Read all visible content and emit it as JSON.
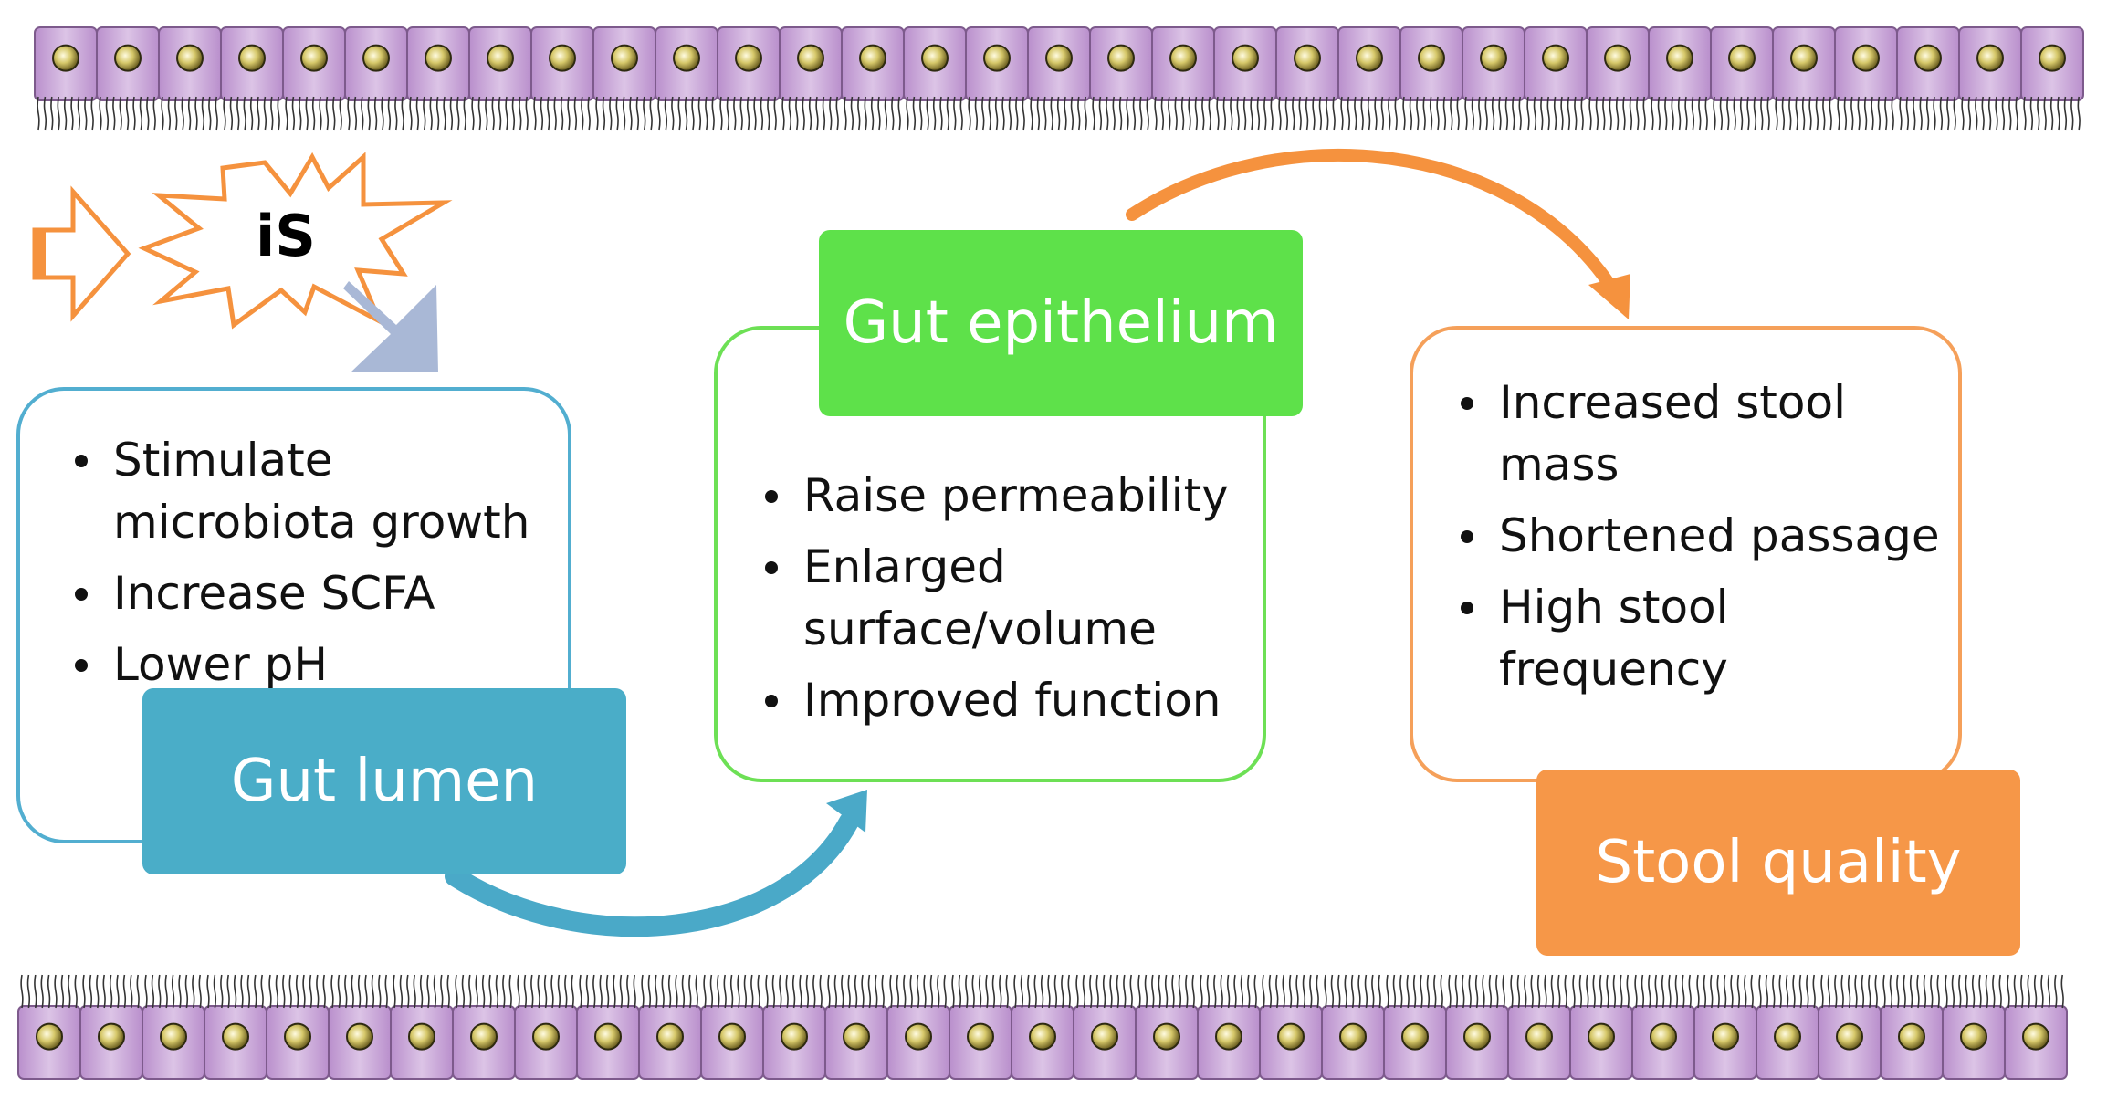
{
  "trigger": {
    "label": "iS"
  },
  "stages": [
    {
      "title": "Gut lumen",
      "color": "#4aadc8",
      "bullets": [
        "Stimulate microbiota growth",
        "Increase SCFA",
        "Lower pH"
      ]
    },
    {
      "title": "Gut epithelium",
      "color": "#5ee14a",
      "bullets": [
        "Raise permeability",
        "Enlarged surface/volume",
        "Improved function"
      ]
    },
    {
      "title": "Stool quality",
      "color": "#f69748",
      "bullets": [
        "Increased stool mass",
        "Shortened passage",
        "High stool frequency"
      ]
    }
  ],
  "colors": {
    "cell_fill": "#cdaad6",
    "cell_border": "#7d5a8c",
    "nucleus": "#c7ba58",
    "arrow_lumen": "#4aa9c8",
    "arrow_orange": "#f5923e",
    "arrow_blue_block": "#a9b8d6"
  },
  "icons": [
    "epithelium-cell-layer",
    "hollow-arrow-icon",
    "starburst-icon",
    "down-right-arrow-icon",
    "curved-arrow-icon"
  ]
}
